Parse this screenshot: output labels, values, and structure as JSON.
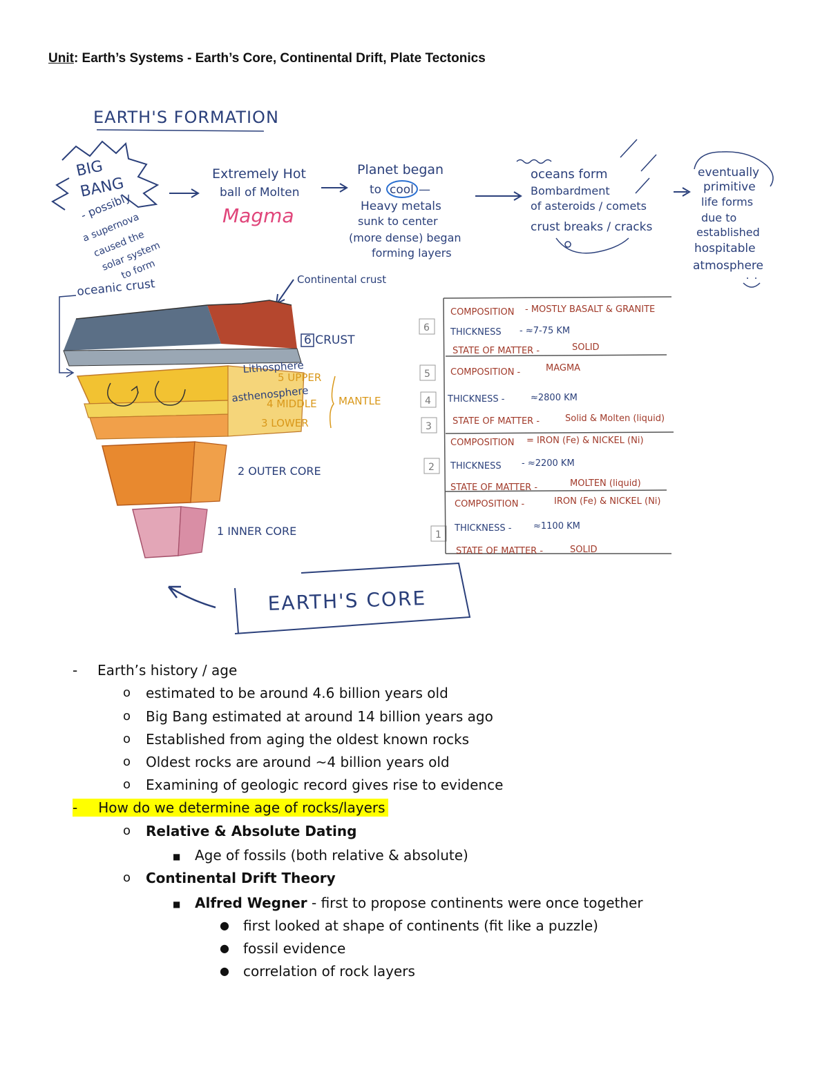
{
  "header": {
    "unit_label": "Unit",
    "unit_title": ":  Earth’s Systems - Earth’s Core, Continental Drift, Plate Tectonics"
  },
  "sketch": {
    "formation_title": "EARTH'S FORMATION",
    "big_bang": [
      "BIG",
      "BANG"
    ],
    "big_bang_note": [
      "- possibly",
      "a supernova",
      "caused the",
      "solar system",
      "to form"
    ],
    "step2": [
      "Extremely Hot",
      "ball of Molten"
    ],
    "step2_magma": "Magma",
    "step3": [
      "Planet began",
      "to",
      "cool",
      "—",
      "Heavy metals",
      "sunk to center",
      "(more dense) began",
      "forming layers"
    ],
    "step4": [
      "oceans form",
      "Bombardment",
      "of asteroids / comets",
      "crust breaks / cracks"
    ],
    "step5": [
      "eventually",
      "primitive",
      "life forms",
      "due to",
      "established",
      "hospitable",
      "atmosphere"
    ],
    "oceanic_crust": "oceanic crust",
    "continental_crust": "Continental crust",
    "lithosphere": "Lithosphere",
    "asthenosphere": "asthenosphere",
    "layers": {
      "crust": "6 CRUST",
      "upper": "5 UPPER",
      "middle": "4 MIDDLE",
      "lower": "3 LOWER",
      "mantle": "MANTLE",
      "outer_core": "2 OUTER CORE",
      "inner_core": "1 INNER CORE"
    },
    "numbers": [
      "6",
      "5",
      "4",
      "3",
      "2",
      "1"
    ],
    "table": [
      {
        "label": "COMPOSITION",
        "value": "- MOSTLY BASALT & GRANITE"
      },
      {
        "label": "THICKNESS",
        "value": "- ≈7-75 KM"
      },
      {
        "label": "STATE OF MATTER -",
        "value": "SOLID"
      },
      {
        "label": "COMPOSITION -",
        "value": "MAGMA"
      },
      {
        "label": "THICKNESS -",
        "value": "≈2800 KM"
      },
      {
        "label": "STATE OF MATTER -",
        "value": "Solid & Molten (liquid)"
      },
      {
        "label": "COMPOSITION",
        "value": "= IRON (Fe) & NICKEL (Ni)"
      },
      {
        "label": "THICKNESS",
        "value": "- ≈2200 KM"
      },
      {
        "label": "STATE OF MATTER -",
        "value": "MOLTEN (liquid)"
      },
      {
        "label": "COMPOSITION -",
        "value": "IRON (Fe) & NICKEL (Ni)"
      },
      {
        "label": "THICKNESS -",
        "value": "≈1100 KM"
      },
      {
        "label": "STATE OF MATTER -",
        "value": "SOLID"
      }
    ],
    "core_box": "EARTH'S  CORE"
  },
  "notes": {
    "item1": "Earth’s history / age",
    "item1_subs": [
      "estimated to be around 4.6 billion years old",
      "Big Bang estimated at around 14 billion years ago",
      "Established from aging the oldest known rocks",
      "Oldest rocks are around ~4 billion years old",
      "Examining of geologic record gives rise to evidence"
    ],
    "item2": "How do we determine age of rocks/layers",
    "relative_absolute": "Relative & Absolute Dating",
    "fossil_age": "Age of fossils (both relative & absolute)",
    "cdt": "Continental Drift Theory",
    "wegner_name": "Alfred Wegner",
    "wegner_rest": " - first to propose continents were once together",
    "wegner_points": [
      "first looked at shape of continents (fit like a puzzle)",
      "fossil evidence",
      "correlation of rock layers"
    ],
    "bullet_dash": "-",
    "bullet_o": "o",
    "bullet_sq": "■",
    "bullet_dot": "●"
  },
  "colors": {
    "ink": "#2a3f7a",
    "highlight": "#ffff00",
    "magma": "#e0457a",
    "crust_red": "#b5472e",
    "crust_blue": "#5b6f86",
    "mantle_yellow": "#f2c232",
    "outer_core": "#e8892f",
    "inner_core": "#d98ea5"
  }
}
